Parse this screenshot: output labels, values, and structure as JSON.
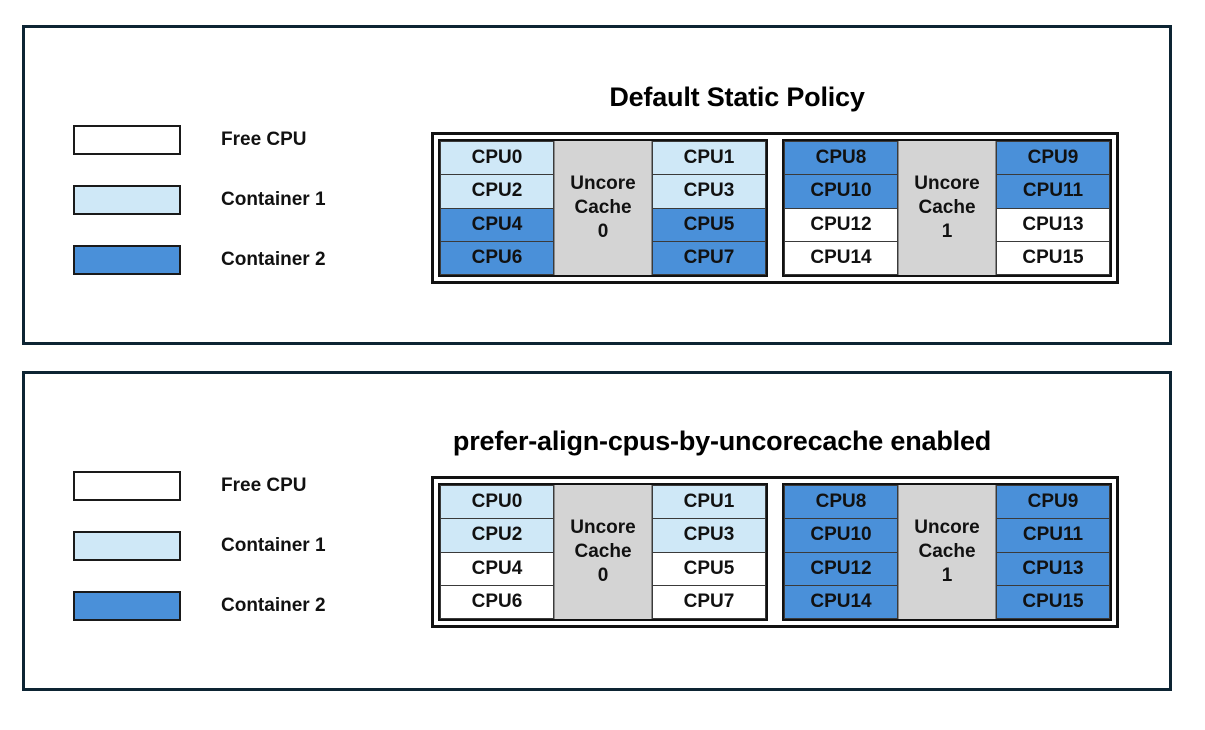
{
  "panels": [
    {
      "id": "default-static-policy",
      "title": "Default Static Policy",
      "legend": [
        {
          "label": "Free CPU",
          "state": "free",
          "color": "#ffffff"
        },
        {
          "label": "Container 1",
          "state": "c1",
          "color": "#cfe8f7"
        },
        {
          "label": "Container 2",
          "state": "c2",
          "color": "#4a90d9"
        }
      ],
      "cache_groups": [
        {
          "cache_label_line1": "Uncore",
          "cache_label_line2": "Cache",
          "cache_label_line3": "0",
          "left_column": [
            {
              "label": "CPU0",
              "state": "c1"
            },
            {
              "label": "CPU2",
              "state": "c1"
            },
            {
              "label": "CPU4",
              "state": "c2"
            },
            {
              "label": "CPU6",
              "state": "c2"
            }
          ],
          "right_column": [
            {
              "label": "CPU1",
              "state": "c1"
            },
            {
              "label": "CPU3",
              "state": "c1"
            },
            {
              "label": "CPU5",
              "state": "c2"
            },
            {
              "label": "CPU7",
              "state": "c2"
            }
          ]
        },
        {
          "cache_label_line1": "Uncore",
          "cache_label_line2": "Cache",
          "cache_label_line3": "1",
          "left_column": [
            {
              "label": "CPU8",
              "state": "c2"
            },
            {
              "label": "CPU10",
              "state": "c2"
            },
            {
              "label": "CPU12",
              "state": "free"
            },
            {
              "label": "CPU14",
              "state": "free"
            }
          ],
          "right_column": [
            {
              "label": "CPU9",
              "state": "c2"
            },
            {
              "label": "CPU11",
              "state": "c2"
            },
            {
              "label": "CPU13",
              "state": "free"
            },
            {
              "label": "CPU15",
              "state": "free"
            }
          ]
        }
      ]
    },
    {
      "id": "prefer-align-cpus-by-uncorecache",
      "title": "prefer-align-cpus-by-uncorecache enabled",
      "legend": [
        {
          "label": "Free CPU",
          "state": "free",
          "color": "#ffffff"
        },
        {
          "label": "Container 1",
          "state": "c1",
          "color": "#cfe8f7"
        },
        {
          "label": "Container 2",
          "state": "c2",
          "color": "#4a90d9"
        }
      ],
      "cache_groups": [
        {
          "cache_label_line1": "Uncore",
          "cache_label_line2": "Cache",
          "cache_label_line3": "0",
          "left_column": [
            {
              "label": "CPU0",
              "state": "c1"
            },
            {
              "label": "CPU2",
              "state": "c1"
            },
            {
              "label": "CPU4",
              "state": "free"
            },
            {
              "label": "CPU6",
              "state": "free"
            }
          ],
          "right_column": [
            {
              "label": "CPU1",
              "state": "c1"
            },
            {
              "label": "CPU3",
              "state": "c1"
            },
            {
              "label": "CPU5",
              "state": "free"
            },
            {
              "label": "CPU7",
              "state": "free"
            }
          ]
        },
        {
          "cache_label_line1": "Uncore",
          "cache_label_line2": "Cache",
          "cache_label_line3": "1",
          "left_column": [
            {
              "label": "CPU8",
              "state": "c2"
            },
            {
              "label": "CPU10",
              "state": "c2"
            },
            {
              "label": "CPU12",
              "state": "c2"
            },
            {
              "label": "CPU14",
              "state": "c2"
            }
          ],
          "right_column": [
            {
              "label": "CPU9",
              "state": "c2"
            },
            {
              "label": "CPU11",
              "state": "c2"
            },
            {
              "label": "CPU13",
              "state": "c2"
            },
            {
              "label": "CPU15",
              "state": "c2"
            }
          ]
        }
      ]
    }
  ],
  "colors": {
    "free_cpu": "#ffffff",
    "container_1": "#cfe8f7",
    "container_2": "#4a90d9",
    "uncore_cache": "#d4d4d4",
    "panel_border": "#0d2433",
    "cell_border": "#111111"
  }
}
